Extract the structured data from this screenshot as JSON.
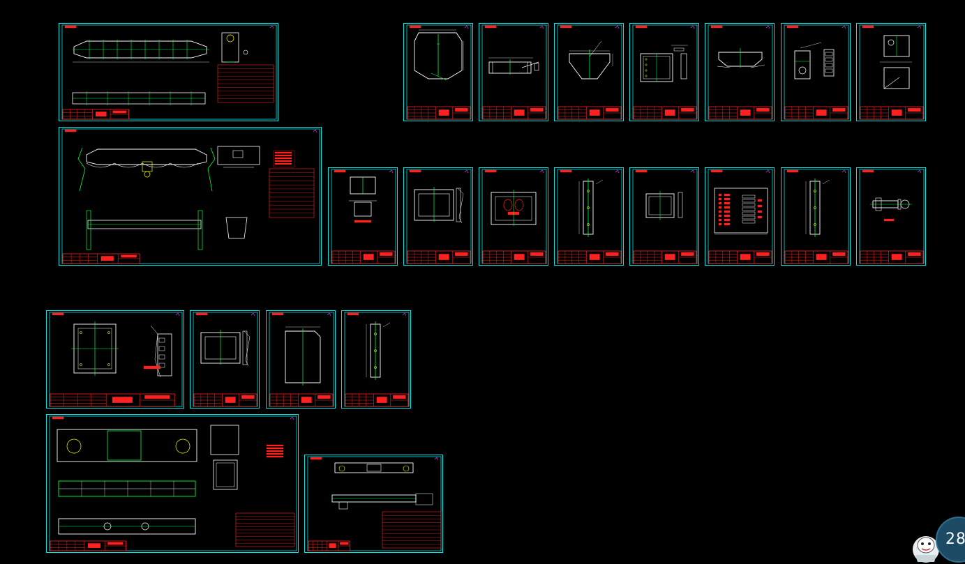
{
  "viewer": {
    "background": "#000000",
    "colors": {
      "frame": "#00e5e5",
      "title_block": "#ff2020",
      "part_line": "#ffffff",
      "green": "#00ff40",
      "yellow": "#ffff00",
      "magenta": "#ff30ff",
      "badge_bg": "#1d4a64"
    }
  },
  "sheets": [
    {
      "name": "sheet-assembly-top",
      "kind": "assembly-a"
    },
    {
      "name": "sheet-part-01",
      "kind": "plate-trapezoid"
    },
    {
      "name": "sheet-part-02",
      "kind": "beam-long"
    },
    {
      "name": "sheet-part-03",
      "kind": "hopper"
    },
    {
      "name": "sheet-part-04",
      "kind": "box-detail"
    },
    {
      "name": "sheet-part-05",
      "kind": "trapezoid-wide"
    },
    {
      "name": "sheet-part-06",
      "kind": "bracket"
    },
    {
      "name": "sheet-part-07",
      "kind": "two-views"
    },
    {
      "name": "sheet-assembly-main",
      "kind": "assembly-b"
    },
    {
      "name": "sheet-part-08",
      "kind": "section-small"
    },
    {
      "name": "sheet-part-09",
      "kind": "frame-rect"
    },
    {
      "name": "sheet-part-10",
      "kind": "plate-holes"
    },
    {
      "name": "sheet-part-11",
      "kind": "tall-bar"
    },
    {
      "name": "sheet-part-12",
      "kind": "frame-rect-small"
    },
    {
      "name": "sheet-part-13",
      "kind": "table-sheet"
    },
    {
      "name": "sheet-part-14",
      "kind": "tall-bar"
    },
    {
      "name": "sheet-part-15",
      "kind": "shaft"
    },
    {
      "name": "sheet-part-16",
      "kind": "wide-plate"
    },
    {
      "name": "sheet-part-17",
      "kind": "frame-rect"
    },
    {
      "name": "sheet-part-18",
      "kind": "plain-plate"
    },
    {
      "name": "sheet-part-19",
      "kind": "tall-bar"
    },
    {
      "name": "sheet-assembly-bottom",
      "kind": "assembly-c"
    },
    {
      "name": "sheet-assembly-small",
      "kind": "assembly-d"
    }
  ],
  "badge": {
    "label": "28",
    "icon": "mascot-avatar-icon"
  }
}
